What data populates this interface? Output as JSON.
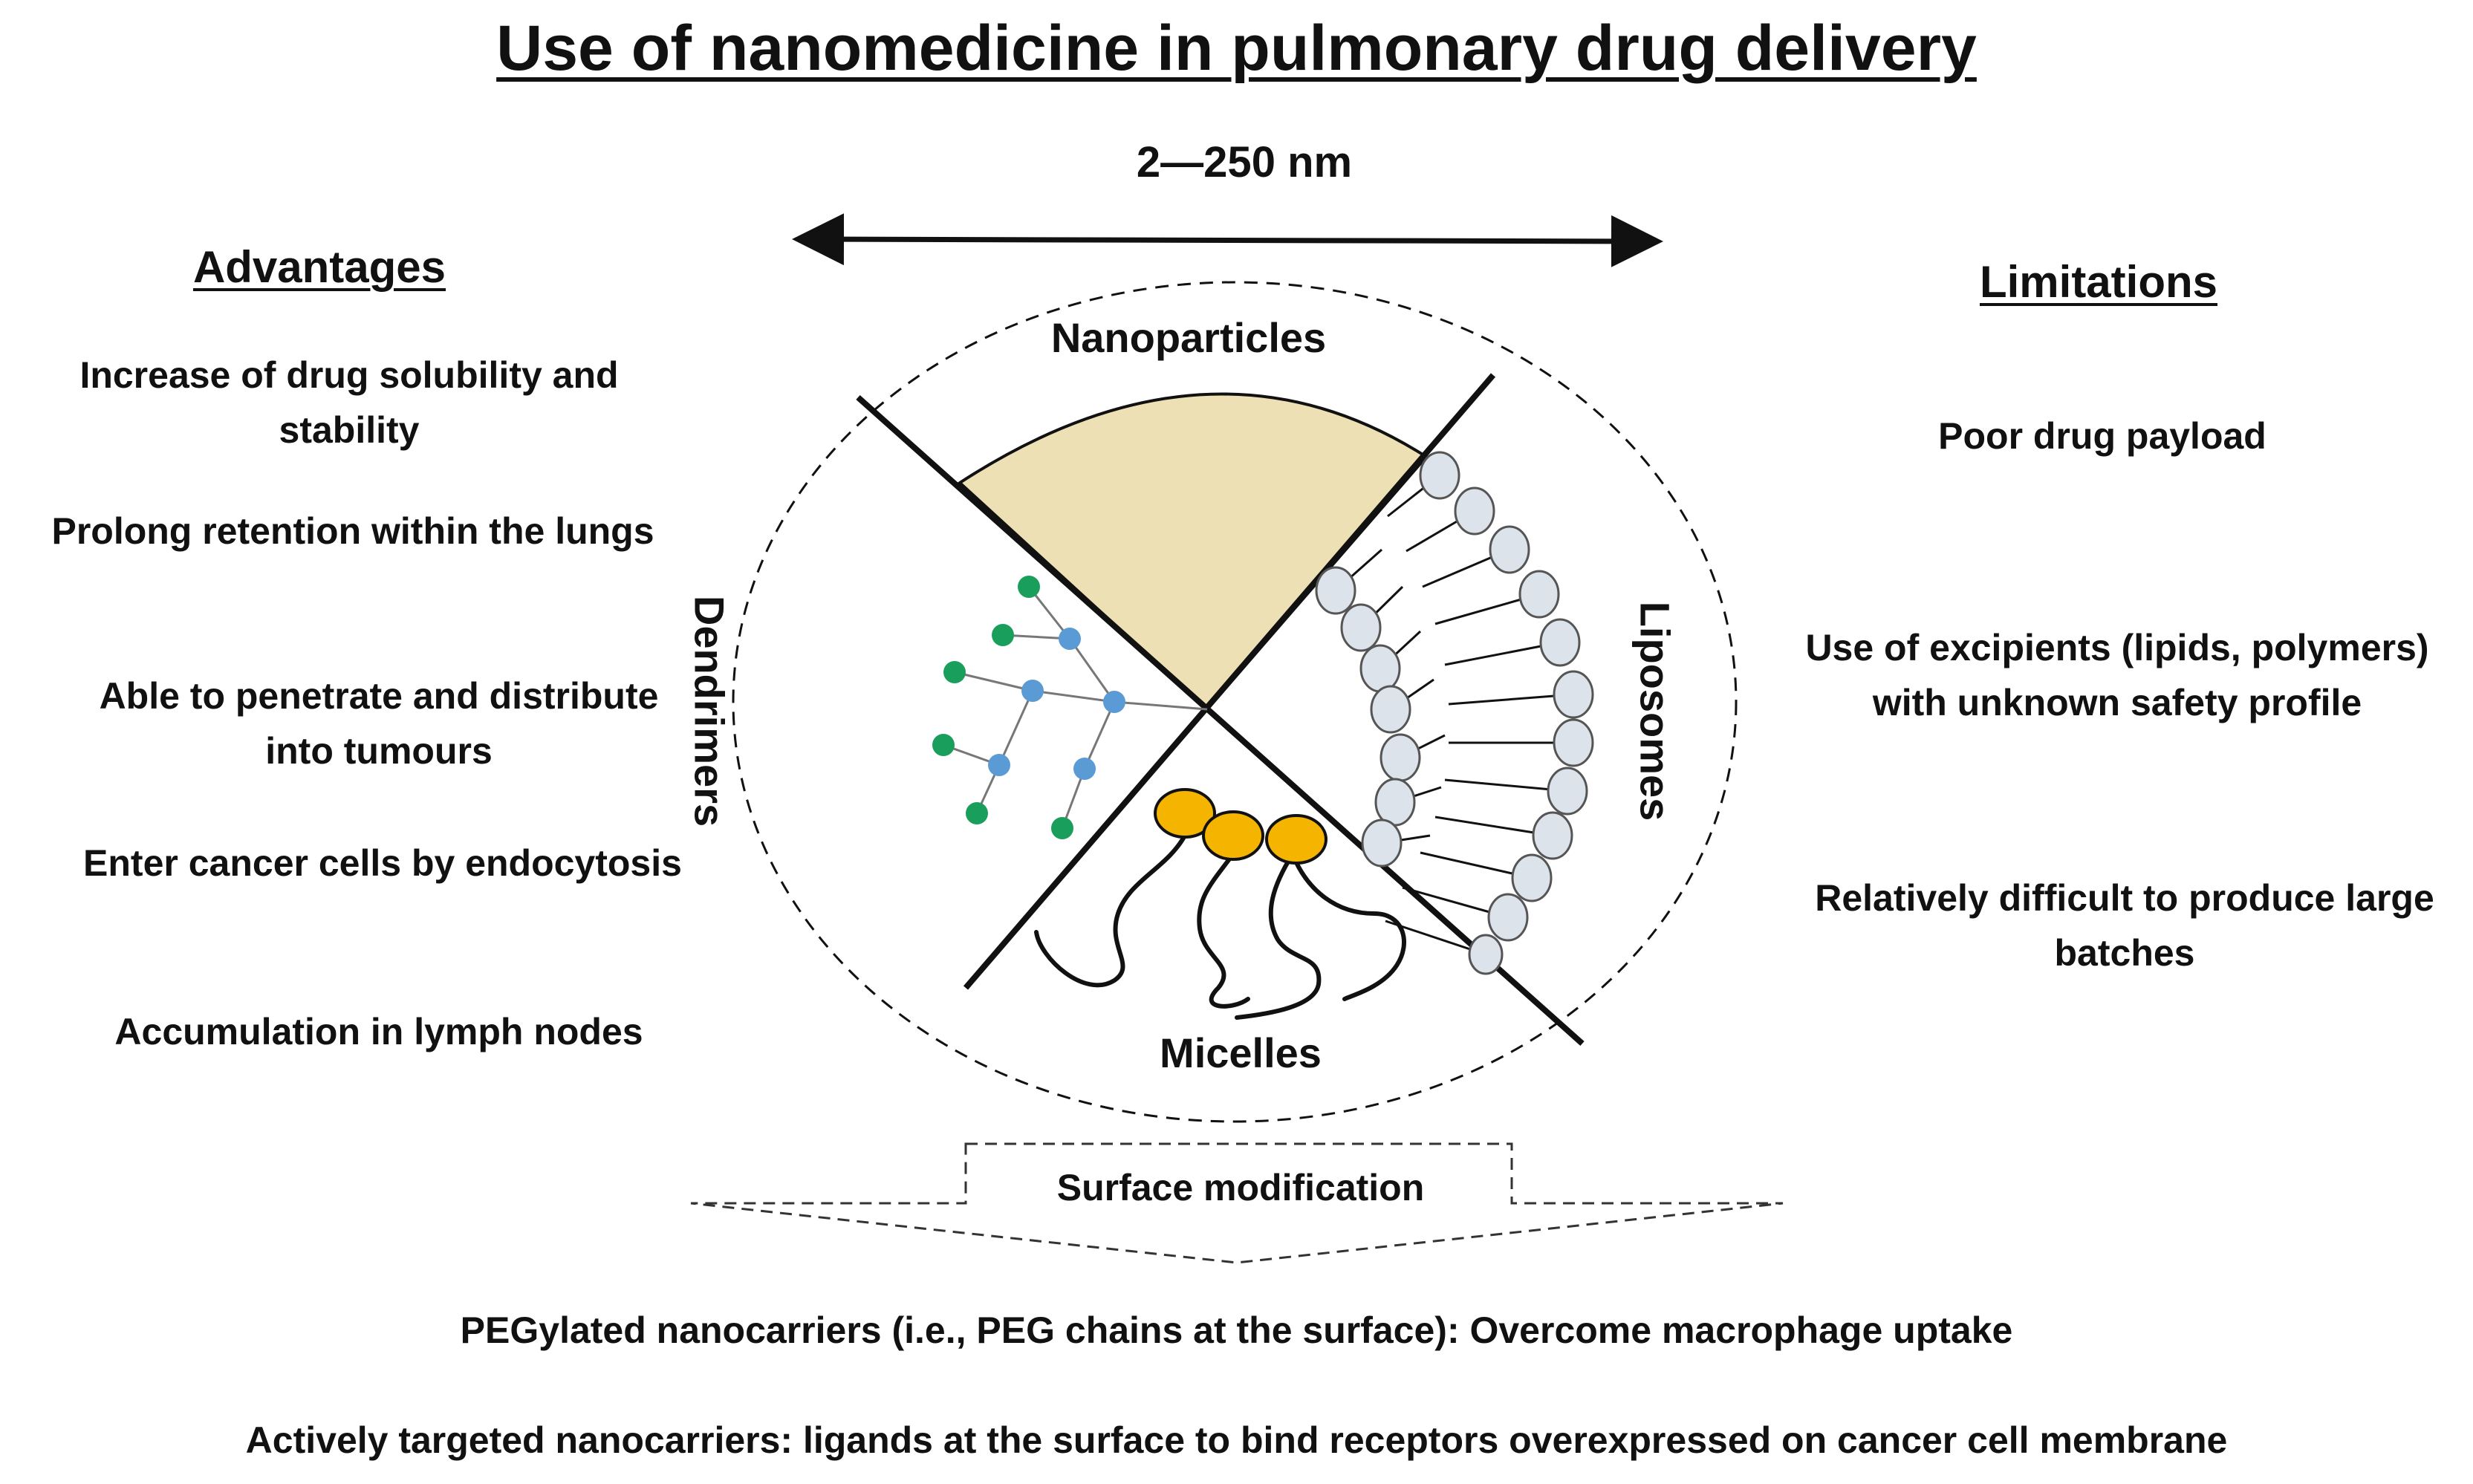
{
  "title": "Use of nanomedicine in pulmonary drug delivery",
  "size_range": "2—250 nm",
  "advantages": {
    "heading": "Advantages",
    "items": [
      "Increase of drug solubility and stability",
      "Prolong retention within the lungs",
      "Able to penetrate and distribute into tumours",
      "Enter cancer cells by endocytosis",
      "Accumulation in lymph nodes"
    ]
  },
  "limitations": {
    "heading": "Limitations",
    "items": [
      "Poor drug payload",
      "Use of excipients (lipids, polymers) with unknown safety profile",
      "Relatively difficult to produce large batches"
    ]
  },
  "segments": {
    "top": "Nanoparticles",
    "left": "Dendrimers",
    "right": "Liposomes",
    "bottom": "Micelles"
  },
  "surface_modification": {
    "label": "Surface modification",
    "items": [
      "PEGylated nanocarriers (i.e., PEG chains at the surface): Overcome macrophage uptake",
      "Actively targeted nanocarriers: ligands at the surface to bind receptors overexpressed on cancer cell membrane"
    ]
  },
  "colors": {
    "nanoparticle_fill": "#ede0b4",
    "dendrimer_inner": "#5b9bd5",
    "dendrimer_outer": "#1a9e5c",
    "micelle_head": "#f4b400",
    "liposome_head": "#dde3ea"
  }
}
